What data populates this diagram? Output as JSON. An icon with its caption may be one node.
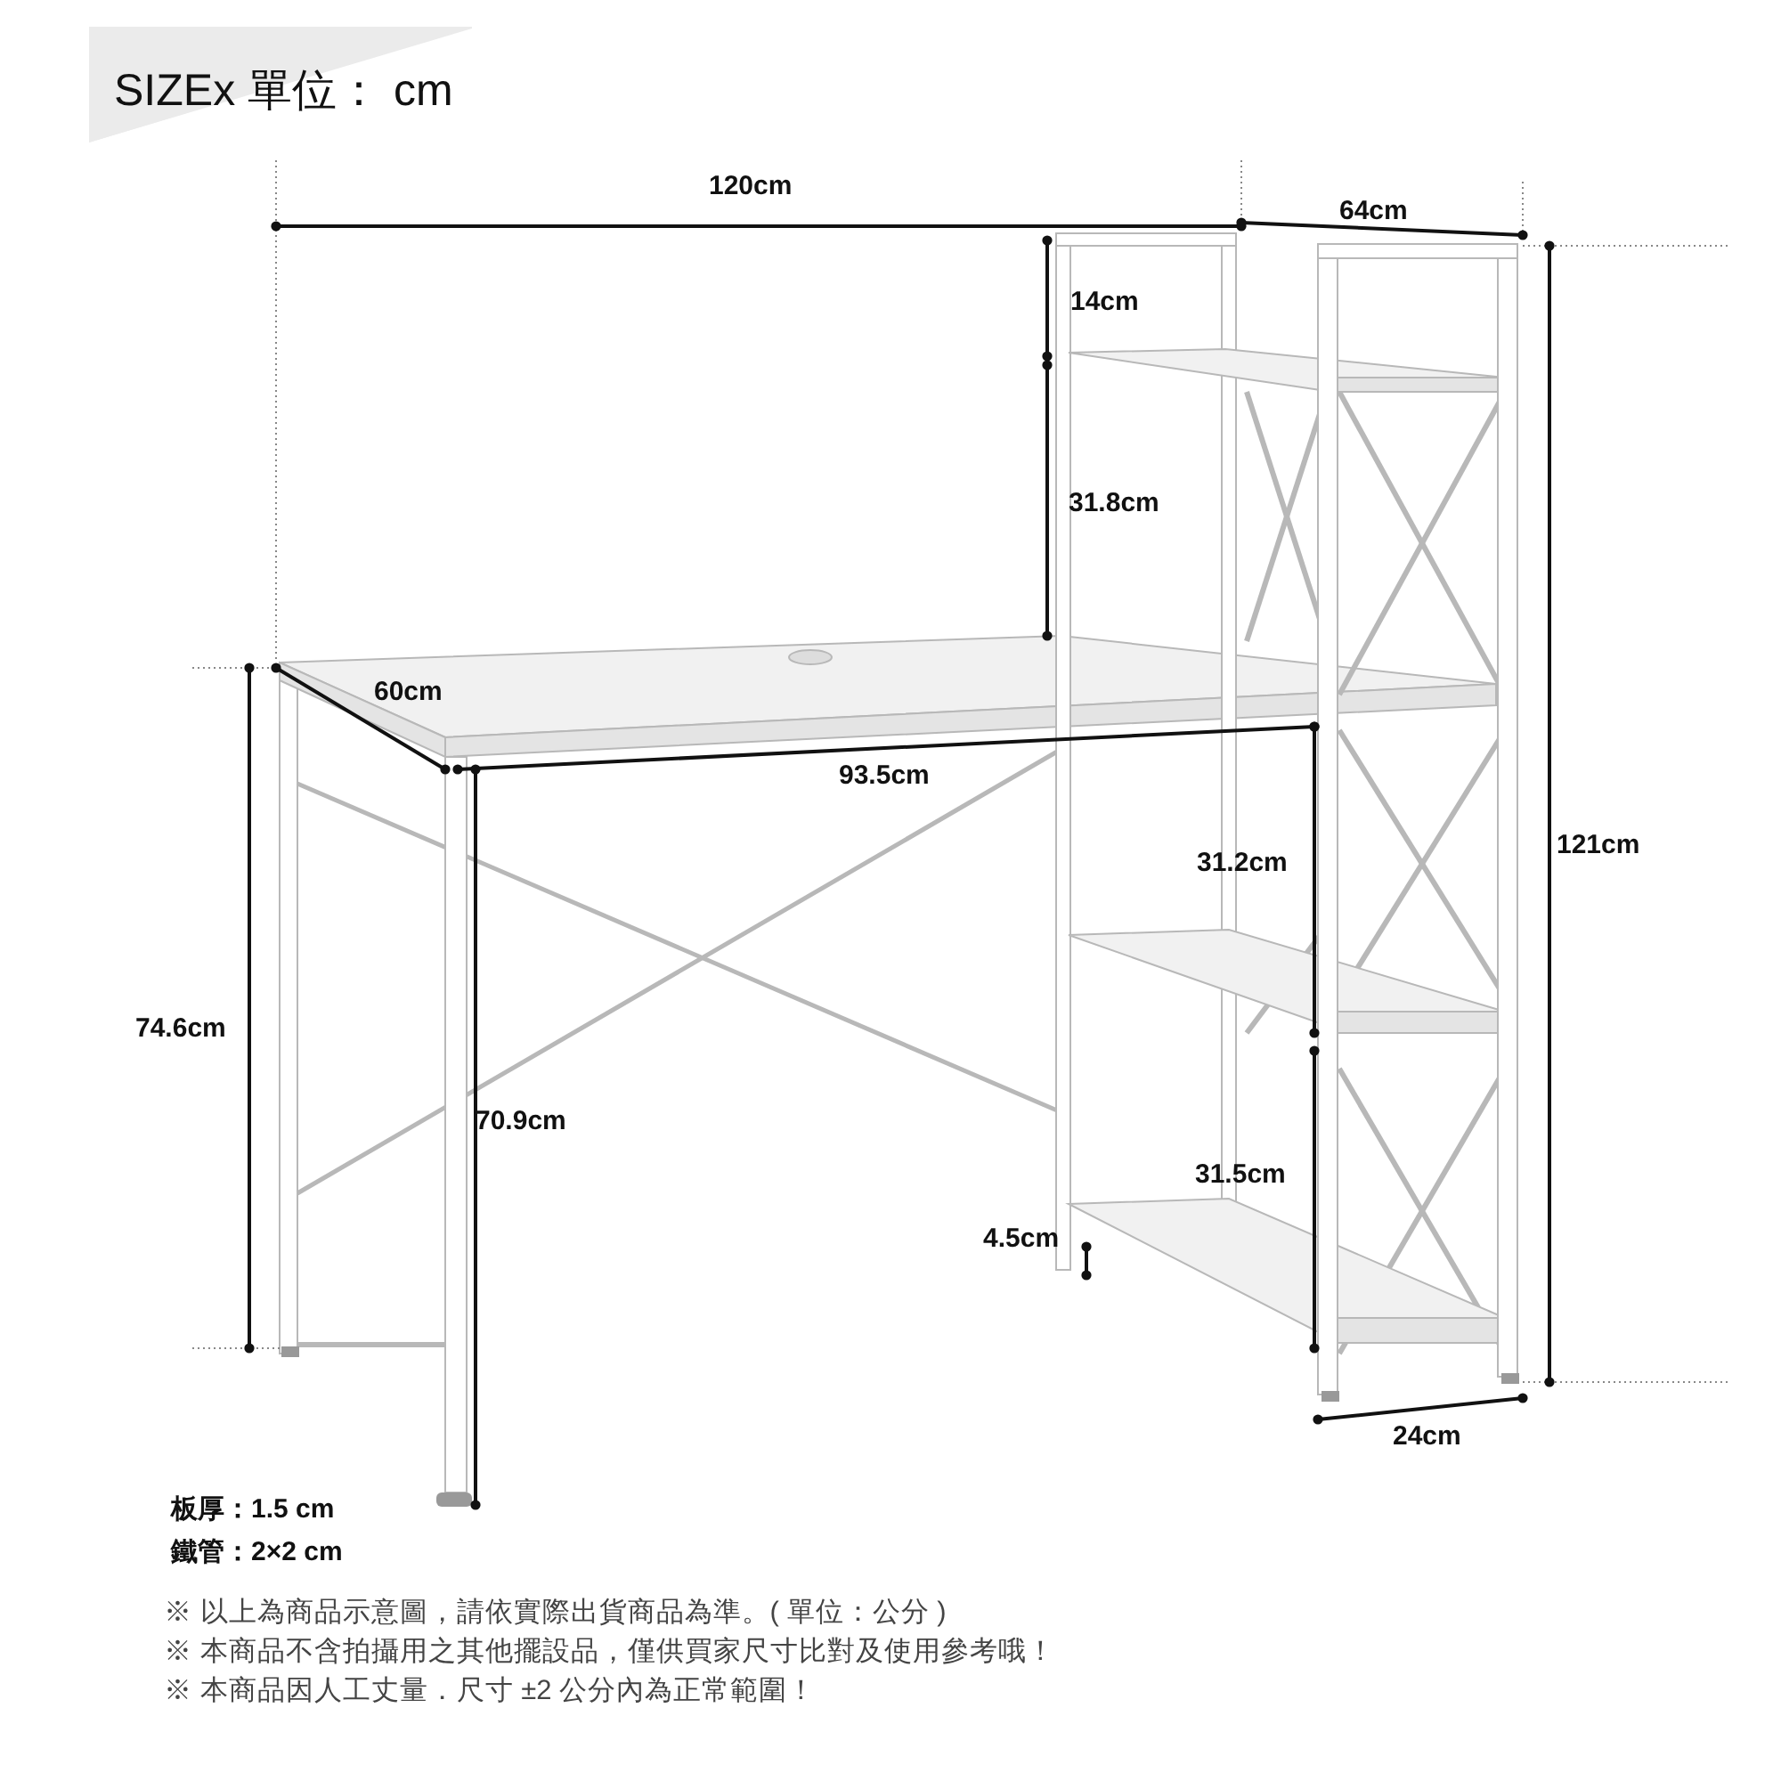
{
  "diagram": {
    "title": "SIZEx 單位： cm",
    "labels": [
      "120cm",
      "64cm",
      "14cm",
      "31.8cm",
      "60cm",
      "93.5cm",
      "31.2cm",
      "121cm",
      "74.6cm",
      "70.9cm",
      "31.5cm",
      "4.5cm",
      "24cm",
      "板厚：1.5 cm",
      "鐵管：2×2 cm",
      "※ 以上為商品示意圖，請依實際出貨商品為準。( 單位：公分 )",
      "※ 本商品不含拍攝用之其他擺設品，僅供買家尺寸比對及使用參考哦！",
      "※ 本商品因人工丈量．尺寸 ±2 公分內為正常範圍！"
    ]
  }
}
